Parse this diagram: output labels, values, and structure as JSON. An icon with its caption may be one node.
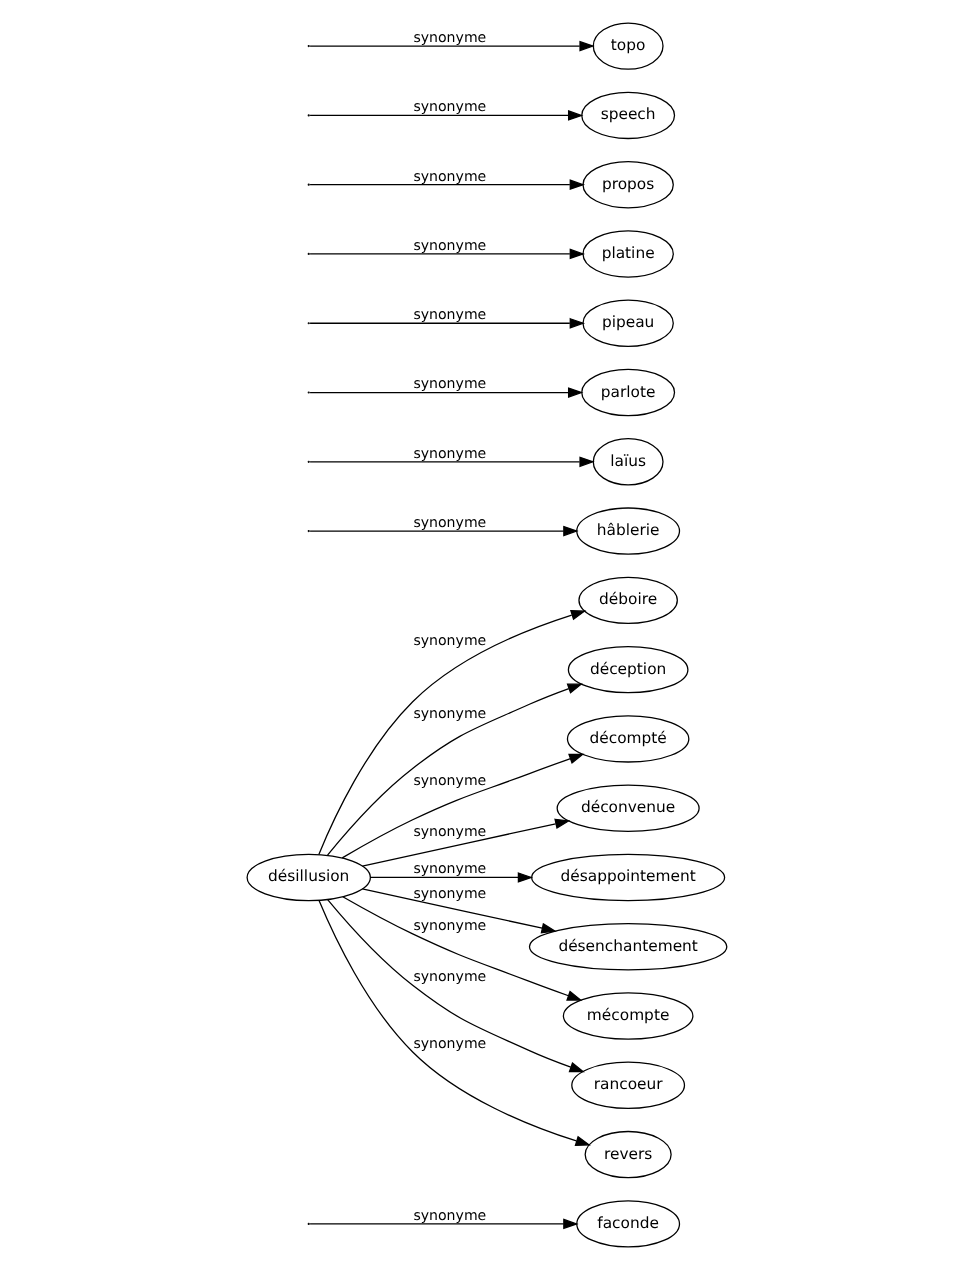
{
  "diagram": {
    "nodes": [
      {
        "text": [
          "faconde"
        ]
      },
      {
        "text": [
          "déboire"
        ]
      },
      {
        "text": [
          "hâblerie"
        ]
      },
      {
        "text": [
          "déception"
        ]
      },
      {
        "text": [
          "laïus"
        ]
      },
      {
        "text": [
          "décompté"
        ]
      },
      {
        "text": [
          "parlote"
        ]
      },
      {
        "text": [
          "déconvenue"
        ]
      },
      {
        "text": [
          "désillusion"
        ]
      },
      {
        "text": [
          "pipeau"
        ]
      },
      {
        "text": [
          "désappointement"
        ]
      },
      {
        "text": [
          "platine"
        ]
      },
      {
        "text": [
          "désenchantement"
        ]
      },
      {
        "text": [
          "propos"
        ]
      },
      {
        "text": [
          "mécompte"
        ]
      },
      {
        "text": [
          "speech"
        ]
      },
      {
        "text": [
          "rancoeur"
        ]
      },
      {
        "text": [
          "topo"
        ]
      },
      {
        "text": [
          "revers"
        ]
      }
    ],
    "edges": [
      {
        "from": null,
        "to": 0,
        "arrow": "to",
        "label": "synonyme"
      },
      {
        "from": 8,
        "to": 1,
        "arrow": "to",
        "label": "synonyme"
      },
      {
        "from": null,
        "to": 2,
        "arrow": "to",
        "label": "synonyme"
      },
      {
        "from": 8,
        "to": 3,
        "arrow": "to",
        "label": "synonyme"
      },
      {
        "from": null,
        "to": 4,
        "arrow": "to",
        "label": "synonyme"
      },
      {
        "from": 8,
        "to": 5,
        "arrow": "to",
        "label": "synonyme"
      },
      {
        "from": null,
        "to": 6,
        "arrow": "to",
        "label": "synonyme"
      },
      {
        "from": 8,
        "to": 7,
        "arrow": "to",
        "label": "synonyme"
      },
      {
        "from": null,
        "to": 9,
        "arrow": "to",
        "label": "synonyme"
      },
      {
        "from": 8,
        "to": 10,
        "arrow": "to",
        "label": "synonyme"
      },
      {
        "from": null,
        "to": 11,
        "arrow": "to",
        "label": "synonyme"
      },
      {
        "from": 8,
        "to": 12,
        "arrow": "to",
        "label": "synonyme"
      },
      {
        "from": null,
        "to": 13,
        "arrow": "to",
        "label": "synonyme"
      },
      {
        "from": 8,
        "to": 14,
        "arrow": "to",
        "label": "synonyme"
      },
      {
        "from": null,
        "to": 15,
        "arrow": "to",
        "label": "synonyme"
      },
      {
        "from": 8,
        "to": 16,
        "arrow": "to",
        "label": "synonyme"
      },
      {
        "from": null,
        "to": 17,
        "arrow": "to",
        "label": "synonyme"
      },
      {
        "from": 8,
        "to": 18,
        "arrow": "to",
        "label": "synonyme"
      }
    ]
  }
}
